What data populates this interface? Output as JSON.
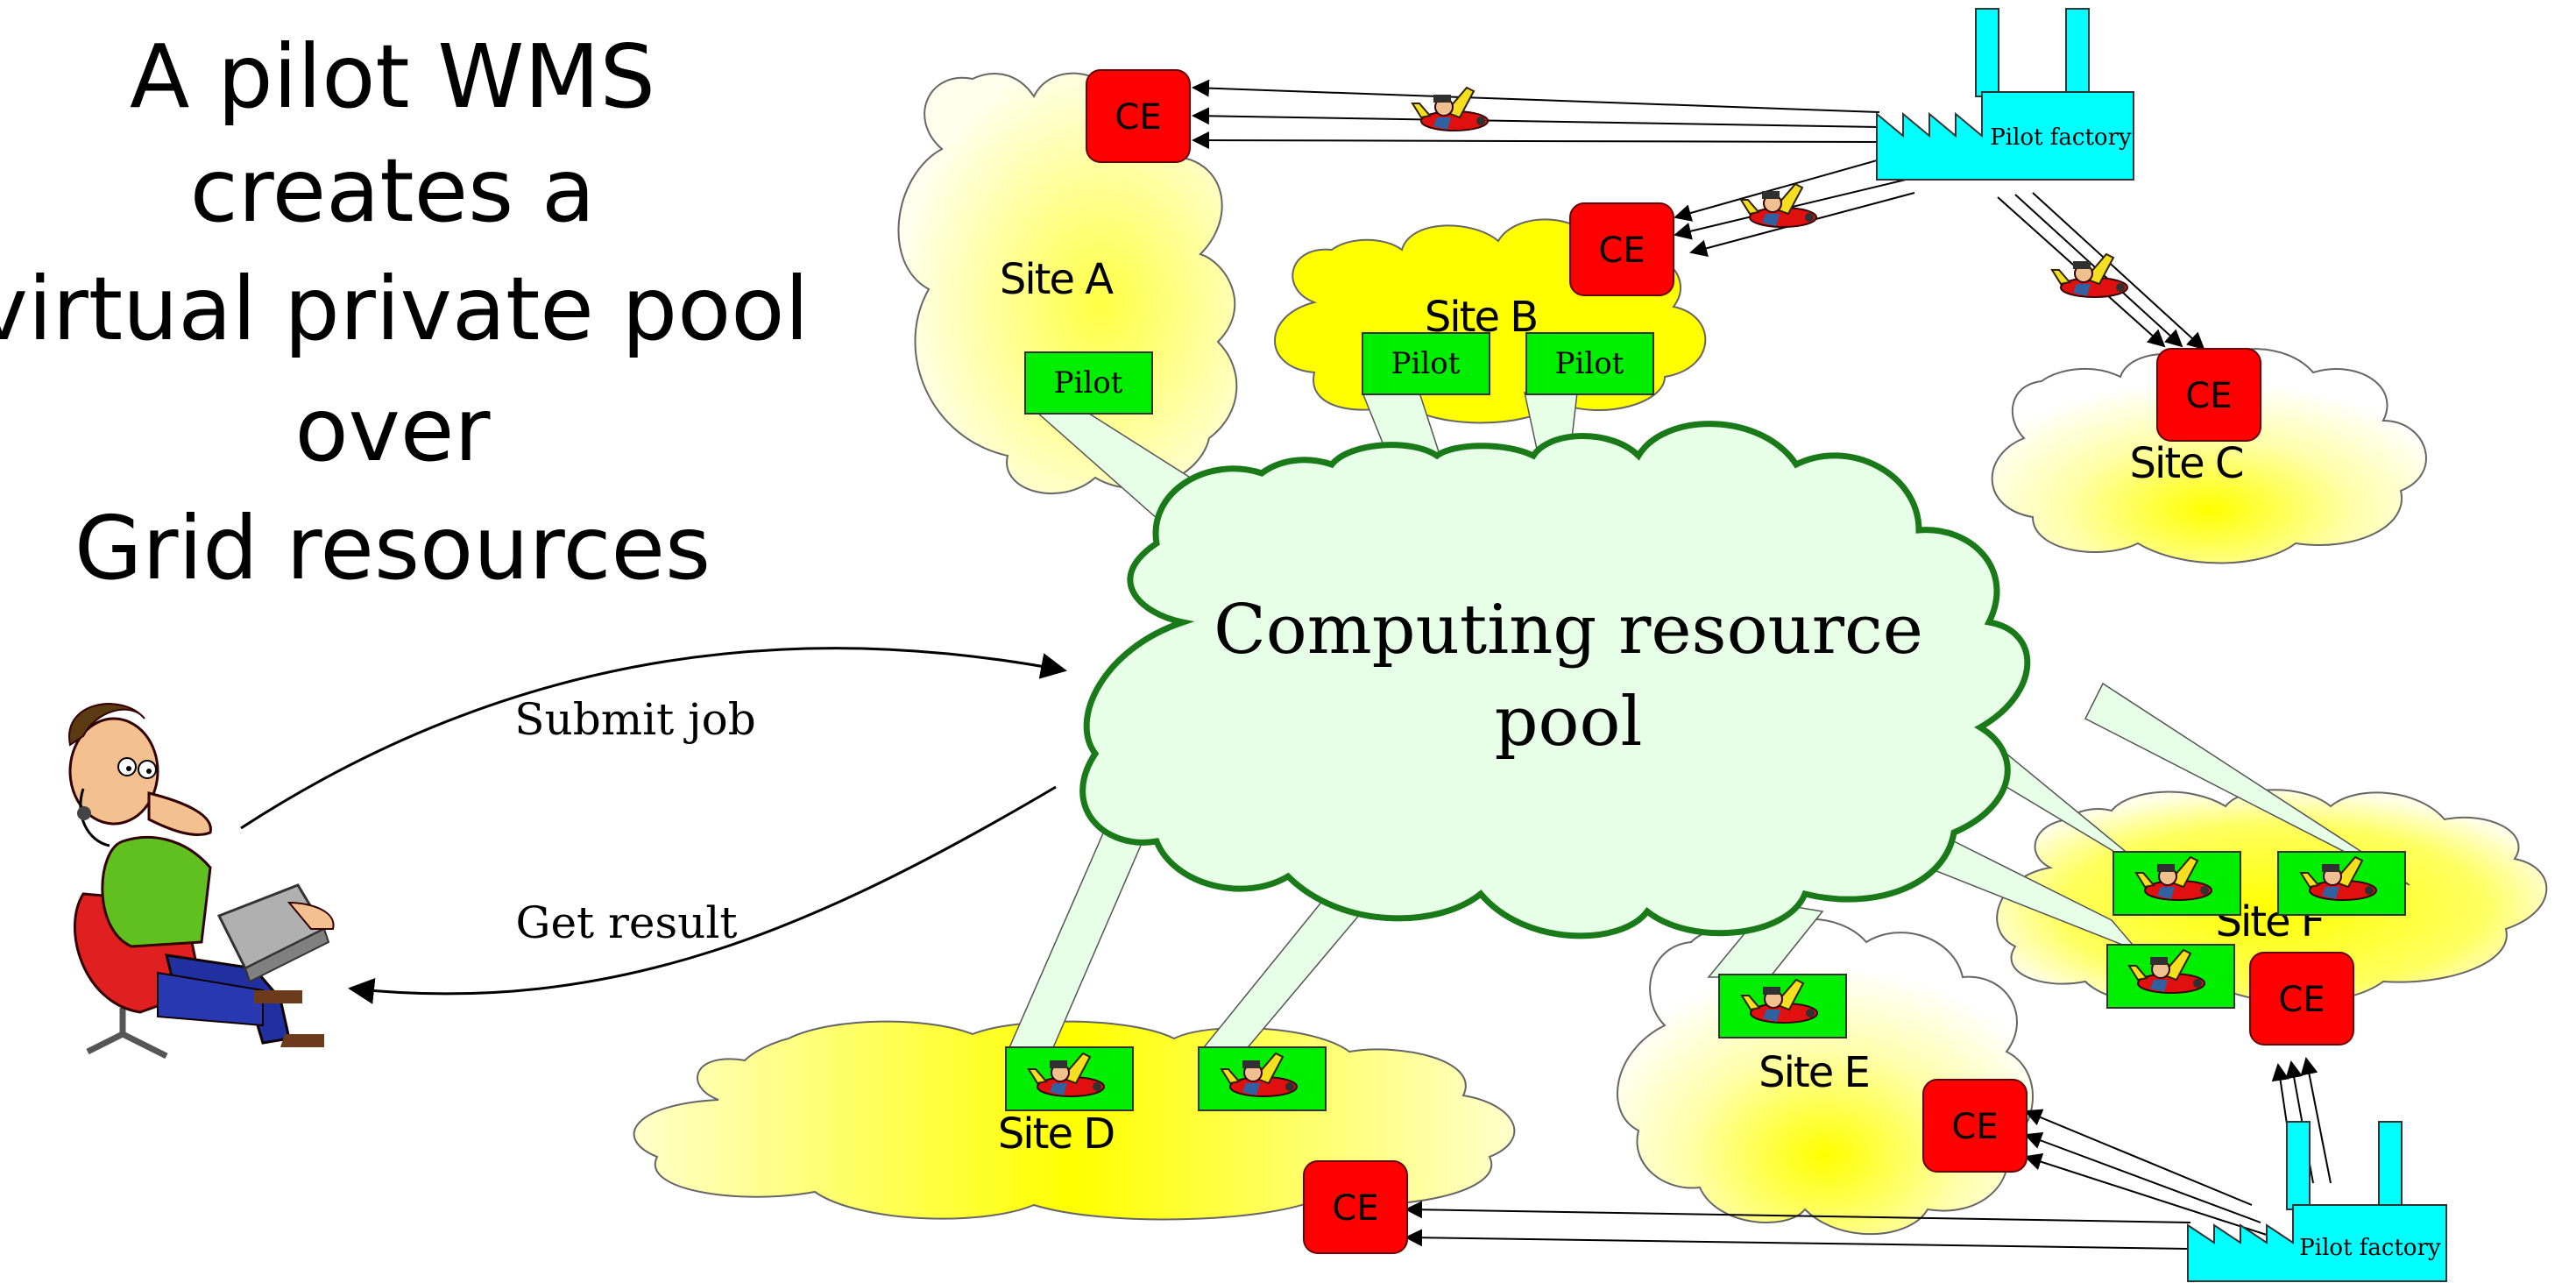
{
  "title": {
    "line1": "A pilot WMS",
    "line2": "creates a",
    "line3": "virtual private pool",
    "line4": "over",
    "line5": "Grid resources"
  },
  "pool": {
    "line1": "Computing resource",
    "line2": "pool"
  },
  "sites": {
    "a": "Site A",
    "b": "Site B",
    "c": "Site C",
    "d": "Site D",
    "e": "Site E",
    "f": "Site F"
  },
  "ce_label": "CE",
  "pilot_label": "Pilot",
  "factory_label": "Pilot factory",
  "arrows": {
    "submit": "Submit job",
    "result": "Get result"
  },
  "colors": {
    "ce": "#ff0000",
    "pilot_box": "#00ee00",
    "factory": "#00ffff",
    "pool_fill": "#e6ffe6",
    "pool_stroke": "#1a7a1a",
    "site_fill": "#ffff00"
  },
  "icons": {
    "user": "user-with-laptop-icon",
    "plane": "pilot-plane-icon",
    "factory": "factory-icon"
  }
}
